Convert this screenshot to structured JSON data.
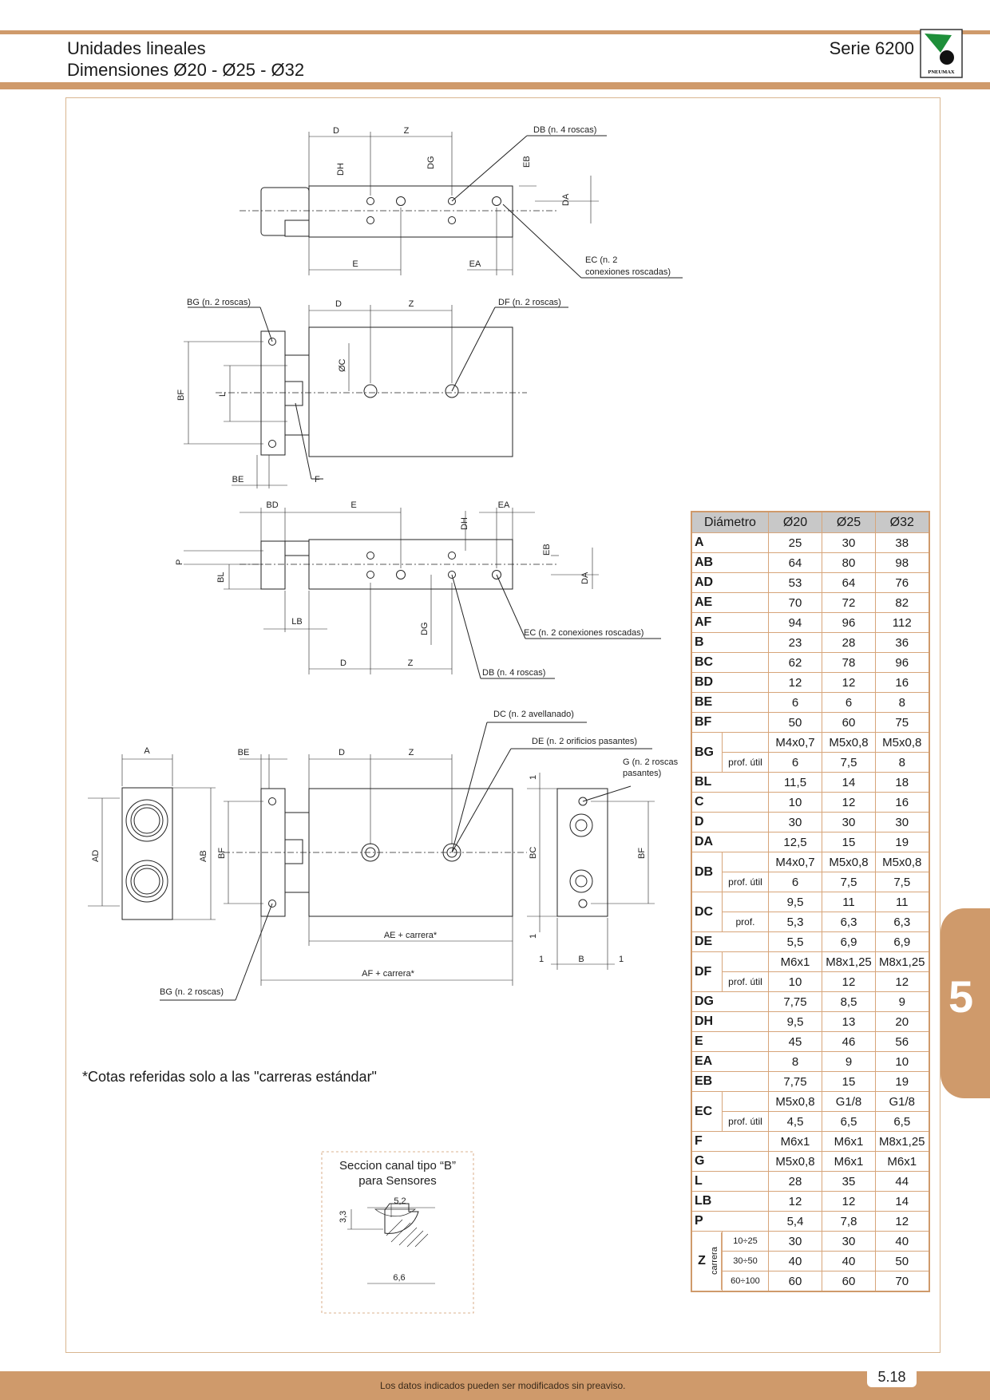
{
  "header": {
    "title_line1": "Unidades lineales",
    "title_line2": "Dimensiones Ø20 - Ø25 - Ø32",
    "serie": "Serie 6200",
    "logo_text": "PNEUMAX"
  },
  "drawing": {
    "view1": {
      "D": "D",
      "Z": "Z",
      "DB": "DB (n. 4 roscas)",
      "DH": "DH",
      "DG": "DG",
      "EB": "EB",
      "DA": "DA",
      "E": "E",
      "EA": "EA",
      "EC1": "EC (n. 2",
      "EC2": "conexiones roscadas)"
    },
    "view2": {
      "BG": "BG (n. 2 roscas)",
      "D": "D",
      "Z": "Z",
      "DF": "DF (n. 2 roscas)",
      "OC": "ØC",
      "BF": "BF",
      "L": "L",
      "BE": "BE",
      "F": "F"
    },
    "view3": {
      "BD": "BD",
      "E": "E",
      "EA": "EA",
      "DH": "DH",
      "EB": "EB",
      "P": "P",
      "BL": "BL",
      "DA": "DA",
      "LB": "LB",
      "DG": "DG",
      "EC": "EC (n. 2 conexiones roscadas)",
      "D": "D",
      "Z": "Z",
      "DB": "DB (n. 4 roscas)"
    },
    "view4": {
      "DC": "DC (n. 2 avellanado)",
      "DE": "DE (n. 2 orificios pasantes)",
      "G1": "G (n. 2 roscas",
      "G2": "pasantes)",
      "A": "A",
      "BE": "BE",
      "D": "D",
      "Z": "Z",
      "AD": "AD",
      "AB": "AB",
      "BF": "BF",
      "BC": "BC",
      "BF2": "BF",
      "one": "1",
      "B": "B",
      "AE": "AE + carrera*",
      "AF": "AF + carrera*",
      "BG": "BG (n. 2 roscas)"
    },
    "section": {
      "title1": "Seccion canal tipo “B”",
      "title2": "para Sensores",
      "w1": "5,2",
      "h1": "3,3",
      "w2": "6,6"
    }
  },
  "note": "*Cotas referidas solo a las \"carreras estándar\"",
  "table": {
    "headers": [
      "Diámetro",
      "Ø20",
      "Ø25",
      "Ø32"
    ],
    "rows": [
      {
        "code": "A",
        "v": [
          "25",
          "30",
          "38"
        ]
      },
      {
        "code": "AB",
        "v": [
          "64",
          "80",
          "98"
        ]
      },
      {
        "code": "AD",
        "v": [
          "53",
          "64",
          "76"
        ]
      },
      {
        "code": "AE",
        "v": [
          "70",
          "72",
          "82"
        ]
      },
      {
        "code": "AF",
        "v": [
          "94",
          "96",
          "112"
        ]
      },
      {
        "code": "B",
        "v": [
          "23",
          "28",
          "36"
        ]
      },
      {
        "code": "BC",
        "v": [
          "62",
          "78",
          "96"
        ]
      },
      {
        "code": "BD",
        "v": [
          "12",
          "12",
          "16"
        ]
      },
      {
        "code": "BE",
        "v": [
          "6",
          "6",
          "8"
        ]
      },
      {
        "code": "BF",
        "v": [
          "50",
          "60",
          "75"
        ]
      },
      {
        "code": "BG",
        "v": [
          "M4x0,7",
          "M5x0,8",
          "M5x0,8"
        ],
        "sub": "prof. útil",
        "v2": [
          "6",
          "7,5",
          "8"
        ]
      },
      {
        "code": "BL",
        "v": [
          "11,5",
          "14",
          "18"
        ]
      },
      {
        "code": "C",
        "v": [
          "10",
          "12",
          "16"
        ]
      },
      {
        "code": "D",
        "v": [
          "30",
          "30",
          "30"
        ]
      },
      {
        "code": "DA",
        "v": [
          "12,5",
          "15",
          "19"
        ]
      },
      {
        "code": "DB",
        "v": [
          "M4x0,7",
          "M5x0,8",
          "M5x0,8"
        ],
        "sub": "prof. útil",
        "v2": [
          "6",
          "7,5",
          "7,5"
        ]
      },
      {
        "code": "DC",
        "v": [
          "9,5",
          "11",
          "11"
        ],
        "sub": "prof.",
        "v2": [
          "5,3",
          "6,3",
          "6,3"
        ]
      },
      {
        "code": "DE",
        "v": [
          "5,5",
          "6,9",
          "6,9"
        ]
      },
      {
        "code": "DF",
        "v": [
          "M6x1",
          "M8x1,25",
          "M8x1,25"
        ],
        "sub": "prof. útil",
        "v2": [
          "10",
          "12",
          "12"
        ]
      },
      {
        "code": "DG",
        "v": [
          "7,75",
          "8,5",
          "9"
        ]
      },
      {
        "code": "DH",
        "v": [
          "9,5",
          "13",
          "20"
        ]
      },
      {
        "code": "E",
        "v": [
          "45",
          "46",
          "56"
        ]
      },
      {
        "code": "EA",
        "v": [
          "8",
          "9",
          "10"
        ]
      },
      {
        "code": "EB",
        "v": [
          "7,75",
          "15",
          "19"
        ]
      },
      {
        "code": "EC",
        "v": [
          "M5x0,8",
          "G1/8",
          "G1/8"
        ],
        "sub": "prof. útil",
        "v2": [
          "4,5",
          "6,5",
          "6,5"
        ]
      },
      {
        "code": "F",
        "v": [
          "M6x1",
          "M6x1",
          "M8x1,25"
        ]
      },
      {
        "code": "G",
        "v": [
          "M5x0,8",
          "M6x1",
          "M6x1"
        ]
      },
      {
        "code": "L",
        "v": [
          "28",
          "35",
          "44"
        ]
      },
      {
        "code": "LB",
        "v": [
          "12",
          "12",
          "14"
        ]
      },
      {
        "code": "P",
        "v": [
          "5,4",
          "7,8",
          "12"
        ]
      }
    ],
    "z": {
      "code": "Z",
      "label": "carrera",
      "rows": [
        {
          "r": "10÷25",
          "v": [
            "30",
            "30",
            "40"
          ]
        },
        {
          "r": "30÷50",
          "v": [
            "40",
            "40",
            "50"
          ]
        },
        {
          "r": "60÷100",
          "v": [
            "60",
            "60",
            "70"
          ]
        }
      ]
    }
  },
  "side_tab": "5",
  "footer": {
    "text": "Los datos indicados pueden ser modificados sin preaviso.",
    "page": "5.18"
  },
  "colors": {
    "accent": "#cf9a6b",
    "table_header": "#c8c8c8"
  }
}
